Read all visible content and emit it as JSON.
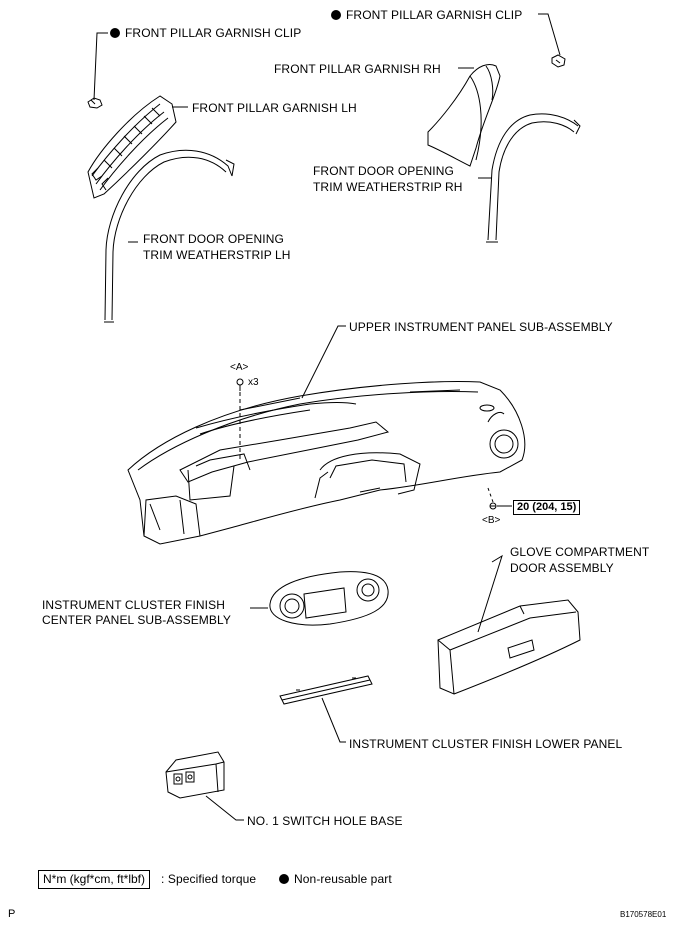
{
  "labels": {
    "clip_lh": "FRONT PILLAR GARNISH CLIP",
    "clip_rh": "FRONT PILLAR GARNISH CLIP",
    "garnish_rh": "FRONT PILLAR GARNISH RH",
    "garnish_lh": "FRONT PILLAR GARNISH LH",
    "weatherstrip_rh_1": "FRONT DOOR OPENING",
    "weatherstrip_rh_2": "TRIM WEATHERSTRIP RH",
    "weatherstrip_lh_1": "FRONT DOOR OPENING",
    "weatherstrip_lh_2": "TRIM WEATHERSTRIP LH",
    "upper_panel": "UPPER INSTRUMENT PANEL SUB-ASSEMBLY",
    "point_a": "<A>",
    "qty_a": "x3",
    "torque": "20 (204, 15)",
    "point_b": "<B>",
    "glove_1": "GLOVE COMPARTMENT",
    "glove_2": "DOOR ASSEMBLY",
    "cluster_center_1": "INSTRUMENT CLUSTER FINISH",
    "cluster_center_2": "CENTER PANEL SUB-ASSEMBLY",
    "cluster_lower": "INSTRUMENT CLUSTER FINISH LOWER PANEL",
    "switch_base": "NO. 1 SWITCH HOLE BASE"
  },
  "legend": {
    "torque_unit": "N*m (kgf*cm, ft*lbf)",
    "torque_text": ": Specified torque",
    "nonreusable_text": "Non-reusable part"
  },
  "footer": {
    "left_code": "P",
    "right_code": "B170578E01"
  }
}
